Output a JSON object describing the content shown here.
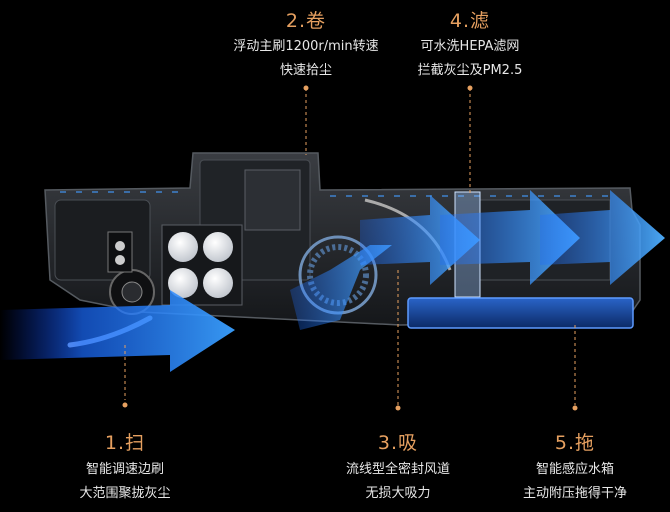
{
  "features": [
    {
      "number": "1.扫",
      "lines": [
        "智能调速边刷",
        "大范围聚拢灰尘"
      ]
    },
    {
      "number": "2.卷",
      "lines": [
        "浮动主刷1200r/min转速",
        "快速拾尘"
      ]
    },
    {
      "number": "3.吸",
      "lines": [
        "流线型全密封风道",
        "无损大吸力"
      ]
    },
    {
      "number": "4.滤",
      "lines": [
        "可水洗HEPA滤网",
        "拦截灰尘及PM2.5"
      ]
    },
    {
      "number": "5.拖",
      "lines": [
        "智能感应水箱",
        "主动附压拖得干净"
      ]
    }
  ],
  "colors": {
    "accent": "#e6a060",
    "text": "#e8e8e8",
    "background": "#000000",
    "airflow": "#2a7fff"
  }
}
